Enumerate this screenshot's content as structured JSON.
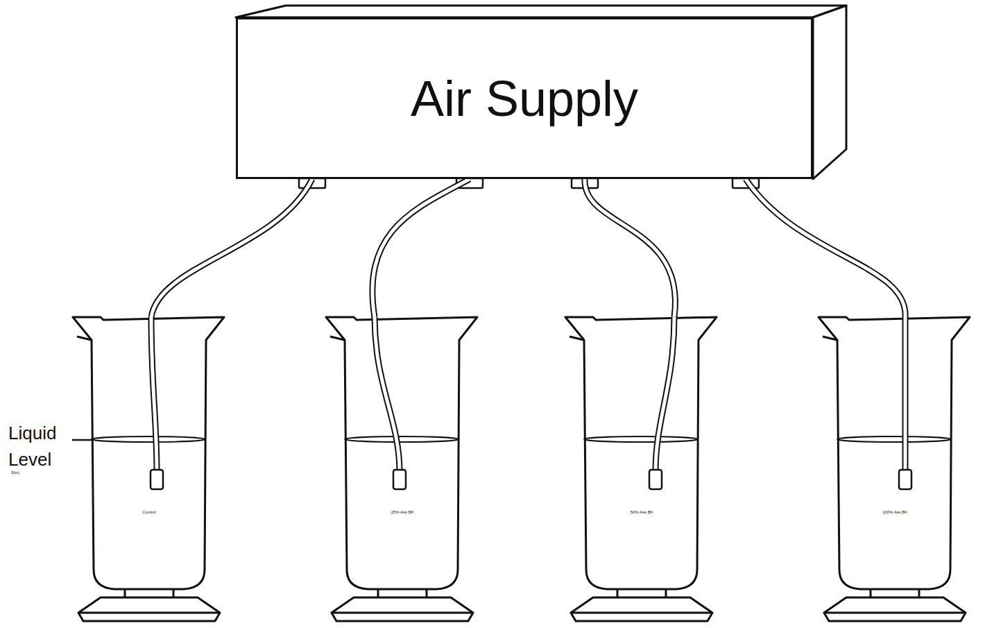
{
  "diagram": {
    "nodes": [
      {
        "text": [
          "Air Supply"
        ]
      },
      {
        "text": [
          "Control"
        ]
      },
      {
        "text": [
          "25% Ass BF"
        ]
      },
      {
        "text": [
          "50% Ass BF"
        ]
      },
      {
        "text": [
          "100% Ass BF"
        ]
      }
    ],
    "edges": [
      {
        "from": 0,
        "to": 1,
        "arrow": "none"
      },
      {
        "from": 0,
        "to": 2,
        "arrow": "none"
      },
      {
        "from": 0,
        "to": 3,
        "arrow": "none"
      },
      {
        "from": 0,
        "to": 4,
        "arrow": "none"
      }
    ],
    "labels": [
      "Liquid Level",
      "50mL"
    ]
  }
}
